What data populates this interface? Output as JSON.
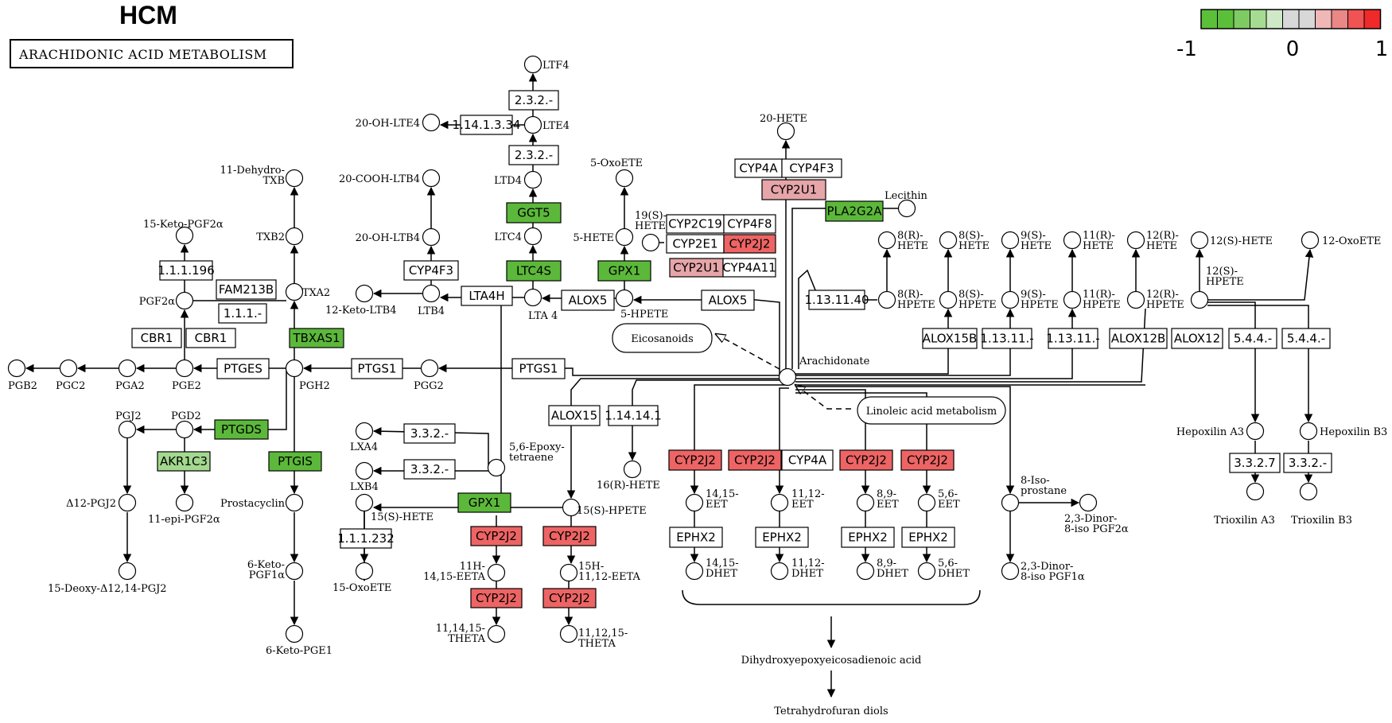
{
  "title": "HCM",
  "subtitle": "ARACHIDONIC ACID METABOLISM",
  "legend": {
    "min_label": "-1",
    "mid_label": "0",
    "max_label": "1",
    "colors": [
      "#5bbf3a",
      "#5bbf3a",
      "#7ecb63",
      "#a6dc92",
      "#cfe9c6",
      "#d8d8d8",
      "#d8d8d8",
      "#f0b7b7",
      "#ea8787",
      "#ef5353",
      "#f02a2a"
    ]
  },
  "colors": {
    "up_strong": "#ee6464",
    "up_light": "#e6a5a9",
    "down_strong": "#5cb83a",
    "down_light": "#a3d88f",
    "none": "#ffffff"
  },
  "compounds": [
    {
      "id": "ltf4",
      "label": "LTF4"
    },
    {
      "id": "lte4",
      "label": "LTE4"
    },
    {
      "id": "ohlte4",
      "label": "20-OH-LTE4"
    },
    {
      "id": "ltd4",
      "label": "LTD4"
    },
    {
      "id": "ltc4",
      "label": "LTC4"
    },
    {
      "id": "lta4",
      "label": "LTA 4"
    },
    {
      "id": "ltb4",
      "label": "LTB4"
    },
    {
      "id": "ketoltb4",
      "label": "12-Keto-LTB4"
    },
    {
      "id": "ohltb4",
      "label": "20-OH-LTB4"
    },
    {
      "id": "coohltb4",
      "label": "20-COOH-LTB4"
    },
    {
      "id": "oxoete5",
      "label": "5-OxoETE"
    },
    {
      "id": "hete5",
      "label": "5-HETE"
    },
    {
      "id": "hpete5",
      "label": "5-HPETE"
    },
    {
      "id": "hete19",
      "label1": "19(S)-",
      "label2": "HETE"
    },
    {
      "id": "hete20",
      "label": "20-HETE"
    },
    {
      "id": "lecithin",
      "label": "Lecithin"
    },
    {
      "id": "arach",
      "label": "Arachidonate"
    },
    {
      "id": "hete8r",
      "label1": "8(R)-",
      "label2": "HETE"
    },
    {
      "id": "hete8s",
      "label1": "8(S)-",
      "label2": "HETE"
    },
    {
      "id": "hete9s",
      "label1": "9(S)-",
      "label2": "HETE"
    },
    {
      "id": "hete11r",
      "label1": "11(R)-",
      "label2": "HETE"
    },
    {
      "id": "hete12r",
      "label1": "12(R)-",
      "label2": "HETE"
    },
    {
      "id": "hete12s",
      "label": "12(S)-HETE"
    },
    {
      "id": "oxoete12",
      "label": "12-OxoETE"
    },
    {
      "id": "hpete8r",
      "label1": "8(R)-",
      "label2": "HPETE"
    },
    {
      "id": "hpete8s",
      "label1": "8(S)-",
      "label2": "HPETE"
    },
    {
      "id": "hpete9s",
      "label1": "9(S)-",
      "label2": "HPETE"
    },
    {
      "id": "hpete11r",
      "label1": "11(R)-",
      "label2": "HPETE"
    },
    {
      "id": "hpete12r",
      "label1": "12(R)-",
      "label2": "HPETE"
    },
    {
      "id": "hpete12s",
      "label1": "12(S)-",
      "label2": "HPETE"
    },
    {
      "id": "hepa3",
      "label": "Hepoxilin A3"
    },
    {
      "id": "hepb3",
      "label": "Hepoxilin B3"
    },
    {
      "id": "triA3",
      "label": "Trioxilin A3"
    },
    {
      "id": "triB3",
      "label": "Trioxilin B3"
    },
    {
      "id": "isopro",
      "label1": "8-Iso-",
      "label2": "prostane"
    },
    {
      "id": "dinor1",
      "label1": "2,3-Dinor-",
      "label2": "8-iso PGF2α"
    },
    {
      "id": "dinor2",
      "label1": "2,3-Dinor-",
      "label2": "8-iso PGF1α"
    },
    {
      "id": "dehydrotxb",
      "label1": "11-Dehydro-",
      "label2": "TXB"
    },
    {
      "id": "txb2",
      "label": "TXB2"
    },
    {
      "id": "txa2",
      "label": "TXA2"
    },
    {
      "id": "ketopgf2a",
      "label": "15-Keto-PGF2α"
    },
    {
      "id": "pgf2a",
      "label": "PGF2α"
    },
    {
      "id": "pgb2",
      "label": "PGB2"
    },
    {
      "id": "pgc2",
      "label": "PGC2"
    },
    {
      "id": "pga2",
      "label": "PGA2"
    },
    {
      "id": "pge2",
      "label": "PGE2"
    },
    {
      "id": "pgh2",
      "label": "PGH2"
    },
    {
      "id": "pgg2",
      "label": "PGG2"
    },
    {
      "id": "pgj2",
      "label": "PGJ2"
    },
    {
      "id": "pgd2",
      "label": "PGD2"
    },
    {
      "id": "d12pgj2",
      "label": "Δ12-PGJ2"
    },
    {
      "id": "deoxypgj2",
      "label": "15-Deoxy-Δ12,14-PGJ2"
    },
    {
      "id": "epipgf2a",
      "label": "11-epi-PGF2α"
    },
    {
      "id": "prostacyclin",
      "label": "Prostacyclin"
    },
    {
      "id": "ketopgf1a",
      "label1": "6-Keto-",
      "label2": "PGF1α"
    },
    {
      "id": "ketopge1",
      "label": "6-Keto-PGE1"
    },
    {
      "id": "lxa4",
      "label": "LXA4"
    },
    {
      "id": "lxb4",
      "label": "LXB4"
    },
    {
      "id": "epoxy",
      "label1": "5,6-Epoxy-",
      "label2": "tetraene"
    },
    {
      "id": "hete15s",
      "label": "15(S)-HETE"
    },
    {
      "id": "hpete15s",
      "label": "15(S)-HPETE"
    },
    {
      "id": "oxoete15",
      "label": "15-OxoETE"
    },
    {
      "id": "hete16r",
      "label": "16(R)-HETE"
    },
    {
      "id": "eeta1411",
      "label1": "11H-",
      "label2": "14,15-EETA"
    },
    {
      "id": "eeta1511",
      "label1": "15H-",
      "label2": "11,12-EETA"
    },
    {
      "id": "theta1",
      "label1": "11,14,15-",
      "label2": "THETA"
    },
    {
      "id": "theta2",
      "label1": "11,12,15-",
      "label2": "THETA"
    },
    {
      "id": "eet1415",
      "label1": "14,15-",
      "label2": "EET"
    },
    {
      "id": "eet1112",
      "label1": "11,12-",
      "label2": "EET"
    },
    {
      "id": "eet89",
      "label1": "8,9-",
      "label2": "EET"
    },
    {
      "id": "eet56",
      "label1": "5,6-",
      "label2": "EET"
    },
    {
      "id": "dhet1415",
      "label1": "14,15-",
      "label2": "DHET"
    },
    {
      "id": "dhet1112",
      "label1": "11,12-",
      "label2": "DHET"
    },
    {
      "id": "dhet89",
      "label1": "8,9-",
      "label2": "DHET"
    },
    {
      "id": "dhet56",
      "label1": "5,6-",
      "label2": "DHET"
    },
    {
      "id": "dihydroxy",
      "label": "Dihydroxyepoxyeicosadienoic acid"
    },
    {
      "id": "thfd",
      "label": "Tetrahydrofuran diols"
    }
  ],
  "maps": [
    {
      "id": "eicosanoids",
      "label": "Eicosanoids"
    },
    {
      "id": "linoleic",
      "label": "Linoleic acid metabolism"
    }
  ],
  "genes": [
    {
      "id": "g2321",
      "label": "2.3.2.-",
      "status": "none"
    },
    {
      "id": "g1141334",
      "label": "1.14.1.3.34",
      "status": "none"
    },
    {
      "id": "g2322",
      "label": "2.3.2.-",
      "status": "none"
    },
    {
      "id": "ggt5",
      "label": "GGT5",
      "status": "down_strong"
    },
    {
      "id": "ltc4s",
      "label": "LTC4S",
      "status": "down_strong"
    },
    {
      "id": "cyp4f3",
      "label": "CYP4F3",
      "status": "none"
    },
    {
      "id": "lta4h",
      "label": "LTA4H",
      "status": "none"
    },
    {
      "id": "gpx1a",
      "label": "GPX1",
      "status": "down_strong"
    },
    {
      "id": "alox5a",
      "label": "ALOX5",
      "status": "none"
    },
    {
      "id": "alox5b",
      "label": "ALOX5",
      "status": "none"
    },
    {
      "id": "cyp2c19",
      "label": "CYP2C19",
      "status": "none"
    },
    {
      "id": "cyp4f8",
      "label": "CYP4F8",
      "status": "none"
    },
    {
      "id": "cyp2e1",
      "label": "CYP2E1",
      "status": "none"
    },
    {
      "id": "cyp2j2a",
      "label": "CYP2J2",
      "status": "up_strong"
    },
    {
      "id": "cyp2u1a",
      "label": "CYP2U1",
      "status": "up_light"
    },
    {
      "id": "cyp4a11",
      "label": "CYP4A11",
      "status": "none"
    },
    {
      "id": "cyp4a",
      "label": "CYP4A",
      "status": "none"
    },
    {
      "id": "cyp4f3b",
      "label": "CYP4F3",
      "status": "none"
    },
    {
      "id": "cyp2u1b",
      "label": "CYP2U1",
      "status": "up_light"
    },
    {
      "id": "pla2g2a",
      "label": "PLA2G2A",
      "status": "down_strong"
    },
    {
      "id": "g1131140",
      "label": "1.13.11.40",
      "status": "none"
    },
    {
      "id": "alox15b",
      "label": "ALOX15B",
      "status": "none"
    },
    {
      "id": "g11311a",
      "label": "1.13.11.-",
      "status": "none"
    },
    {
      "id": "g11311b",
      "label": "1.13.11.-",
      "status": "none"
    },
    {
      "id": "alox12b",
      "label": "ALOX12B",
      "status": "none"
    },
    {
      "id": "alox12",
      "label": "ALOX12",
      "status": "none"
    },
    {
      "id": "g544a",
      "label": "5.4.4.-",
      "status": "none"
    },
    {
      "id": "g544b",
      "label": "5.4.4.-",
      "status": "none"
    },
    {
      "id": "g3327",
      "label": "3.3.2.7",
      "status": "none"
    },
    {
      "id": "g332x",
      "label": "3.3.2.-",
      "status": "none"
    },
    {
      "id": "g111196",
      "label": "1.1.1.196",
      "status": "none"
    },
    {
      "id": "fam213b",
      "label": "FAM213B",
      "status": "none"
    },
    {
      "id": "g111",
      "label": "1.1.1.-",
      "status": "none"
    },
    {
      "id": "cbr1a",
      "label": "CBR1",
      "status": "none"
    },
    {
      "id": "cbr1b",
      "label": "CBR1",
      "status": "none"
    },
    {
      "id": "tbxas1",
      "label": "TBXAS1",
      "status": "down_strong"
    },
    {
      "id": "ptges",
      "label": "PTGES",
      "status": "none"
    },
    {
      "id": "ptgs1a",
      "label": "PTGS1",
      "status": "none"
    },
    {
      "id": "ptgs1b",
      "label": "PTGS1",
      "status": "none"
    },
    {
      "id": "ptgds",
      "label": "PTGDS",
      "status": "down_strong"
    },
    {
      "id": "akr1c3",
      "label": "AKR1C3",
      "status": "down_light"
    },
    {
      "id": "ptgis",
      "label": "PTGIS",
      "status": "down_strong"
    },
    {
      "id": "alox15",
      "label": "ALOX15",
      "status": "none"
    },
    {
      "id": "g114141",
      "label": "1.14.14.1",
      "status": "none"
    },
    {
      "id": "g332a",
      "label": "3.3.2.-",
      "status": "none"
    },
    {
      "id": "g332b",
      "label": "3.3.2.-",
      "status": "none"
    },
    {
      "id": "gpx1b",
      "label": "GPX1",
      "status": "down_strong"
    },
    {
      "id": "g111232",
      "label": "1.1.1.232",
      "status": "none"
    },
    {
      "id": "cyp2j2b",
      "label": "CYP2J2",
      "status": "up_strong"
    },
    {
      "id": "cyp2j2c",
      "label": "CYP2J2",
      "status": "up_strong"
    },
    {
      "id": "cyp2j2d",
      "label": "CYP2J2",
      "status": "up_strong"
    },
    {
      "id": "cyp2j2e",
      "label": "CYP2J2",
      "status": "up_strong"
    },
    {
      "id": "cyp2j2f",
      "label": "CYP2J2",
      "status": "up_strong"
    },
    {
      "id": "cyp2j2g",
      "label": "CYP2J2",
      "status": "up_strong"
    },
    {
      "id": "cyp4a_b",
      "label": "CYP4A",
      "status": "none"
    },
    {
      "id": "cyp2j2h",
      "label": "CYP2J2",
      "status": "up_strong"
    },
    {
      "id": "cyp2j2i",
      "label": "CYP2J2",
      "status": "up_strong"
    },
    {
      "id": "ephx2a",
      "label": "EPHX2",
      "status": "none"
    },
    {
      "id": "ephx2b",
      "label": "EPHX2",
      "status": "none"
    },
    {
      "id": "ephx2c",
      "label": "EPHX2",
      "status": "none"
    },
    {
      "id": "ephx2d",
      "label": "EPHX2",
      "status": "none"
    }
  ]
}
